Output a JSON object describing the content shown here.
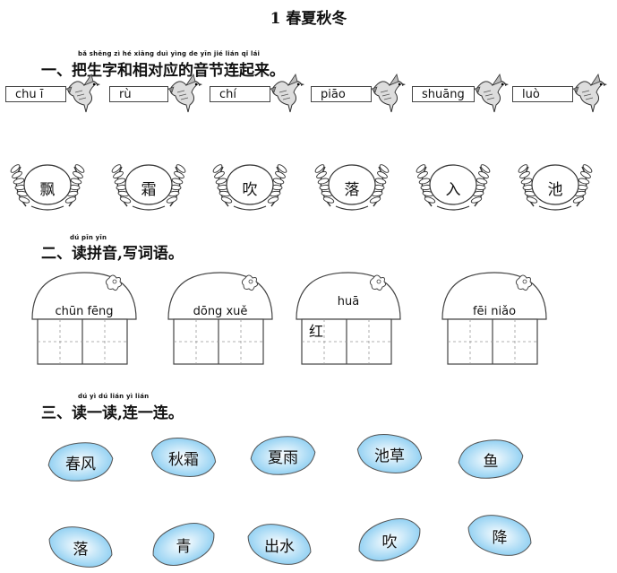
{
  "title": "1  春夏秋冬",
  "section1": {
    "pinyin": "bǎ shēng zì  hé xiāng duì yìng de  yīn jié lián qǐ lái",
    "heading": "一、把生字和相对应的音节连起来。",
    "syllables": [
      "chu ī",
      "rù",
      "chí",
      "piāo",
      "shuāng",
      "luò"
    ],
    "characters": [
      "飘",
      "霜",
      "吹",
      "落",
      "入",
      "池"
    ]
  },
  "section2": {
    "pinyin": "dú pīn yīn",
    "heading": "二、读拼音,写词语。",
    "words": [
      {
        "pinyin": "chūn  fēng",
        "prefill": ""
      },
      {
        "pinyin": "dōng   xuě",
        "prefill": ""
      },
      {
        "pinyin": "huā",
        "prefill": "红"
      },
      {
        "pinyin": "fēi  niǎo",
        "prefill": ""
      }
    ]
  },
  "section3": {
    "pinyin": "dú  yì  dú    lián yì lián",
    "heading": "三、读一读,连一连。",
    "top_row": [
      "春风",
      "秋霜",
      "夏雨",
      "池草",
      "鱼"
    ],
    "bottom_row": [
      "落",
      "青",
      "出水",
      "吹",
      "降"
    ],
    "leaf_color": "#7ec8f0"
  }
}
